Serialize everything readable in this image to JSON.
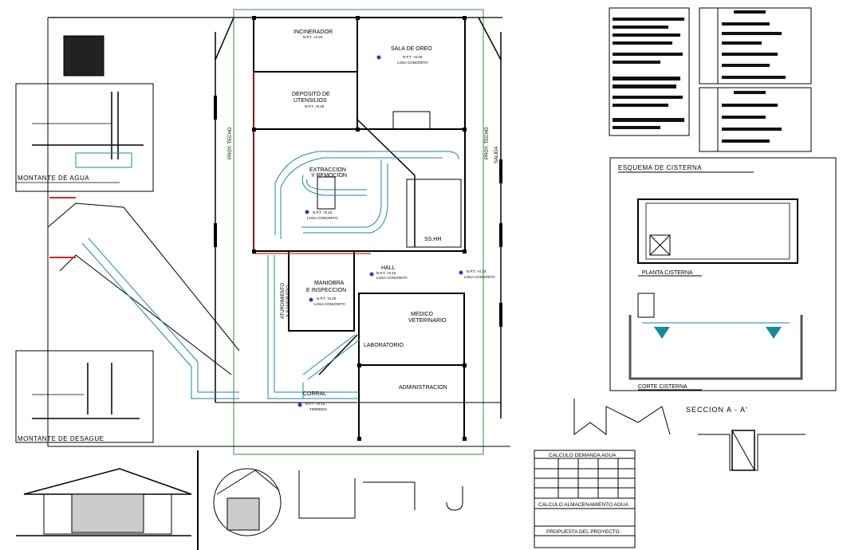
{
  "plan": {
    "rooms": {
      "incinerador": "INCINERADOR",
      "sala_oreo": "SALA DE OREO",
      "deposito_line1": "DEPOSITO DE",
      "deposito_line2": "UTENSILIOS",
      "extraccion_line1": "EXTRACCION",
      "extraccion_line2": "Y REMOCION",
      "hall": "HALL",
      "maniobra_line1": "MANIOBRA",
      "maniobra_line2": "E INSPECCION",
      "medico_line1": "MEDICO",
      "medico_line2": "VETERINARIO",
      "laboratorio": "LABORATORIO",
      "administracion": "ADMINISTRACION",
      "corral": "CORRAL",
      "ss": "SS.HH"
    },
    "levels": {
      "incinerador": "N.P.T. +0.20",
      "sala_oreo": "N.P.T. +0.20",
      "deposito": "N.P.T. +0.20",
      "extraccion": "N.P.T. +0.10",
      "hall": "N.P.T. +0.15",
      "hall_right": "N.P.T. +0.10",
      "maniobra": "N.P.T. +0.20",
      "corral": "N.P.T. +0.15"
    },
    "finishes": {
      "concreto": "LOSA CONCRETO",
      "terreno": "TERRENO"
    },
    "vertical_labels": {
      "aturdimiento_line1": "ATURDIMIENTO",
      "aturdimiento_line2": "Y SANGRADO",
      "proy_techo_left": "PROY. TECHO",
      "proy_techo_right": "PROY. TECHO",
      "salida": "SALIDA"
    }
  },
  "details": {
    "montante_agua": "MONTANTE DE AGUA",
    "montante_desague": "MONTANTE DE DESAGUE",
    "esquema_cisterna": "ESQUEMA DE CISTERNA",
    "planta_cisterna": "PLANTA CISTERNA",
    "corte_cisterna": "CORTE CISTERNA",
    "seccion": "SECCION A - A'"
  },
  "tables": {
    "calculo_demanda": "CALCULO DEMANDA AGUA",
    "calculo_almacenamiento": "CALCULO ALMACENAMIENTO AGUA",
    "propuesta": "PROPUESTA DEL PROYECTO"
  },
  "colors": {
    "water_pipe": "#1a8a9a",
    "drain_red": "#e02020",
    "outline_green": "#3a8a3a",
    "level_blue": "#2040c0",
    "ink": "#000000"
  }
}
